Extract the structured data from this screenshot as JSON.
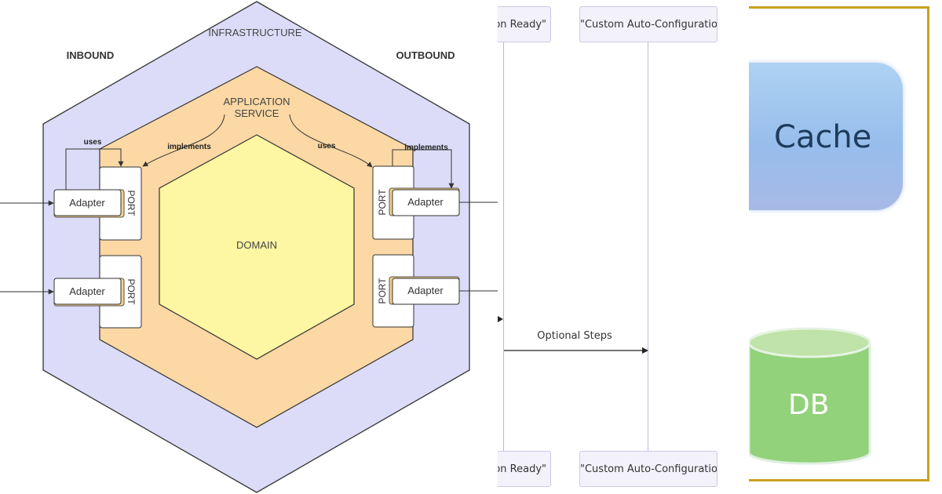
{
  "hexagonal_diagram": {
    "infrastructure_label": "INFRASTRUCTURE",
    "inbound_label": "INBOUND",
    "outbound_label": "OUTBOUND",
    "application_service_line1": "APPLICATION",
    "application_service_line2": "SERVICE",
    "domain_label": "DOMAIN",
    "port_label": "PORT",
    "adapter_label": "Adapter",
    "uses_label": "uses",
    "implements_label": "implements",
    "colors": {
      "infrastructure_fill": "#dcdcf8",
      "application_fill": "#fbd8a4",
      "domain_fill": "#fdf6a2"
    }
  },
  "sequence_diagram": {
    "left_participant_top": "tion Ready\"",
    "right_participant_top": "\"Custom Auto-Configuration\"",
    "left_participant_bottom": "tion Ready\"",
    "right_participant_bottom": "\"Custom Auto-Configuration\"",
    "message_label": "Optional Steps"
  },
  "storage": {
    "cache_label": "Cache",
    "db_label": "DB",
    "colors": {
      "border": "#c8a020",
      "cache_fill": "#a5c8f0",
      "db_fill": "#92d27a"
    }
  }
}
